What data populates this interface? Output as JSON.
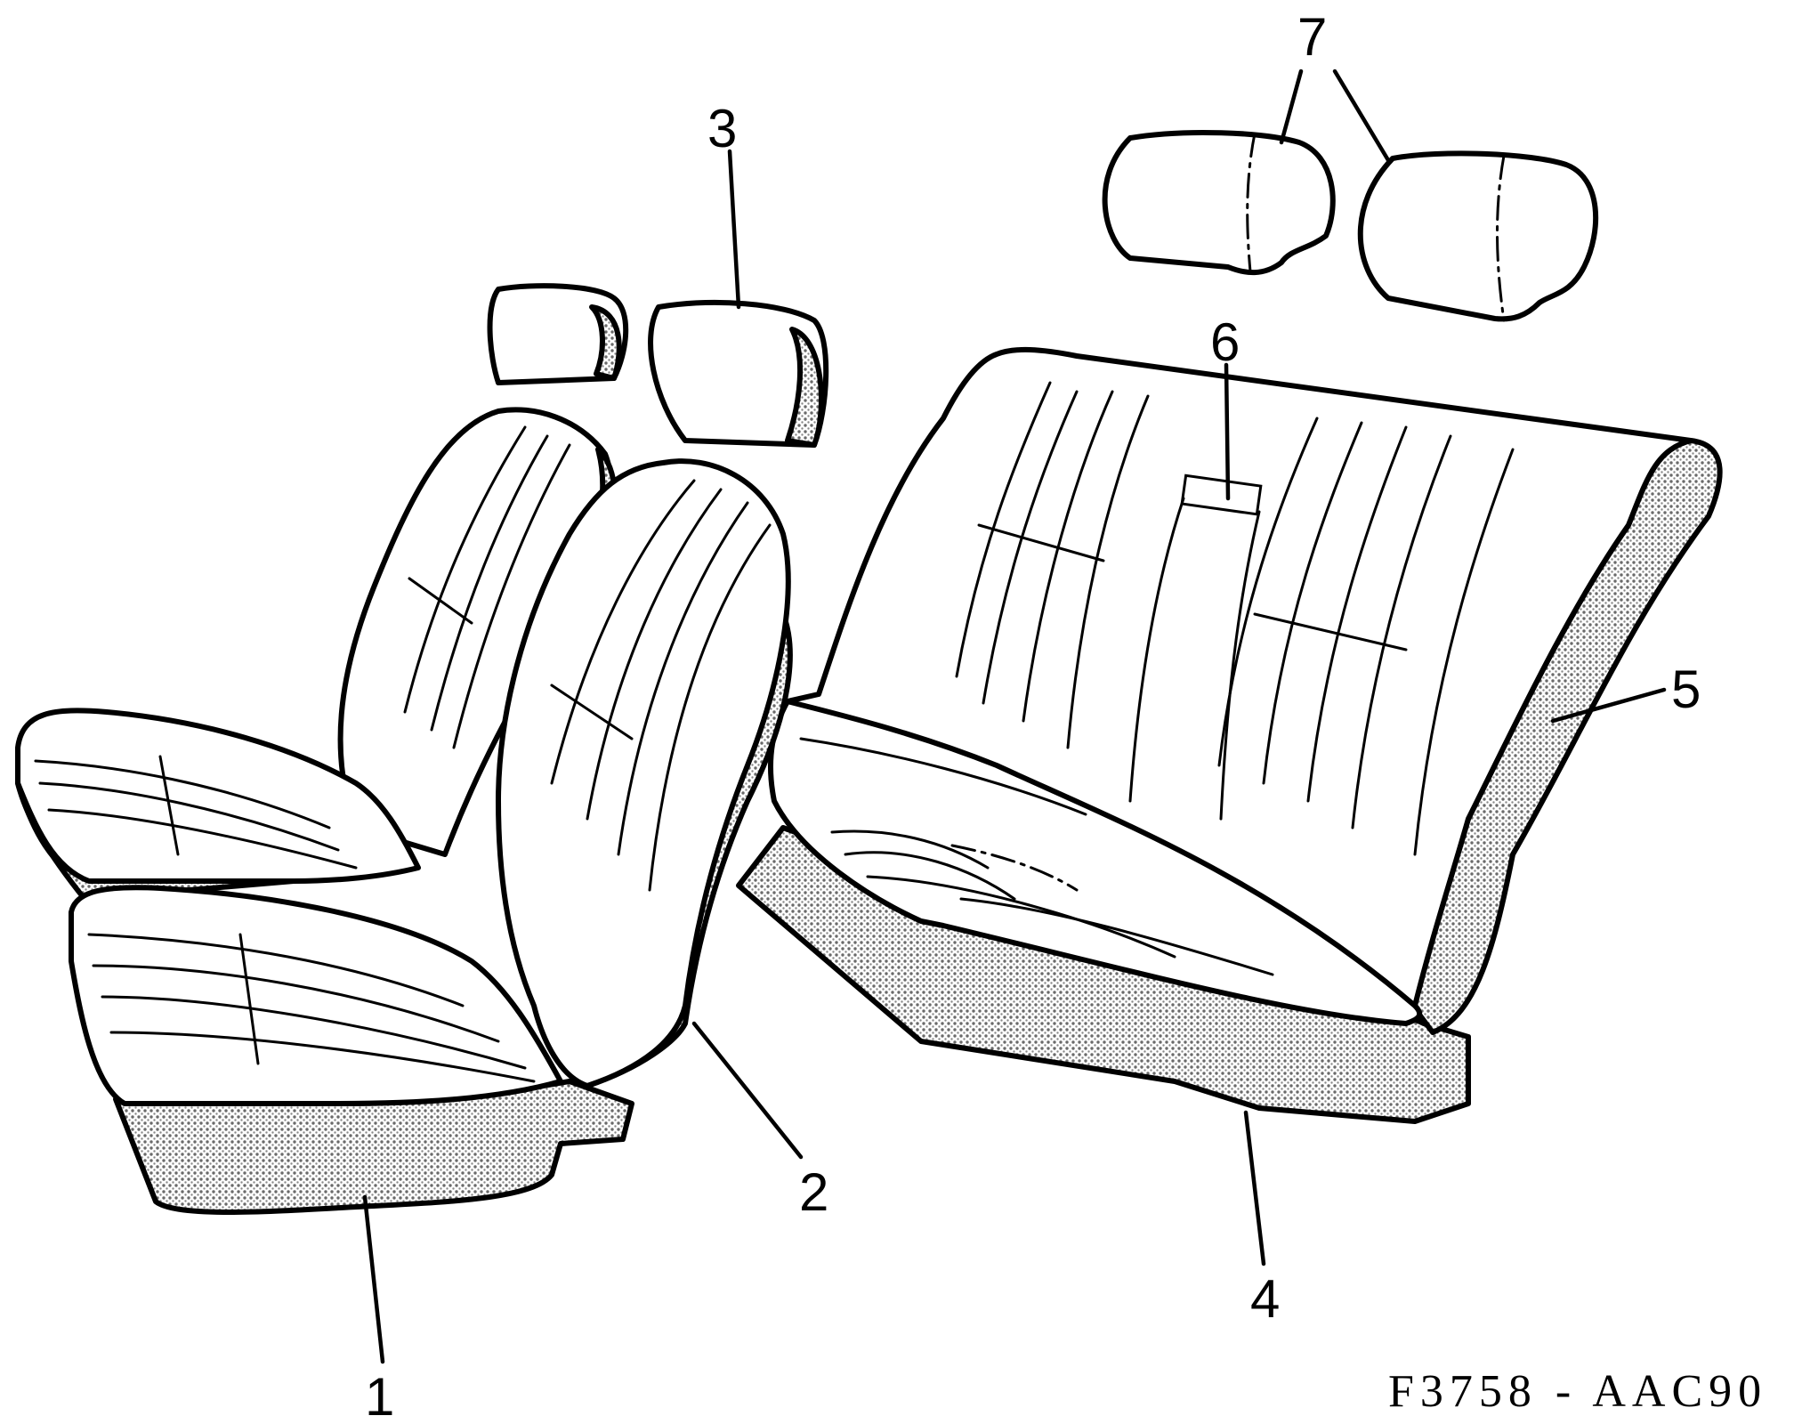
{
  "figure_ref": "F3758 - AAC90",
  "callouts": [
    {
      "id": "1",
      "text": "1"
    },
    {
      "id": "2",
      "text": "2"
    },
    {
      "id": "3",
      "text": "3"
    },
    {
      "id": "4",
      "text": "4"
    },
    {
      "id": "5",
      "text": "5"
    },
    {
      "id": "6",
      "text": "6"
    },
    {
      "id": "7",
      "text": "7"
    }
  ],
  "colors": {
    "ink": "#000000",
    "paper": "#ffffff",
    "shading": "#9a9a9a"
  }
}
